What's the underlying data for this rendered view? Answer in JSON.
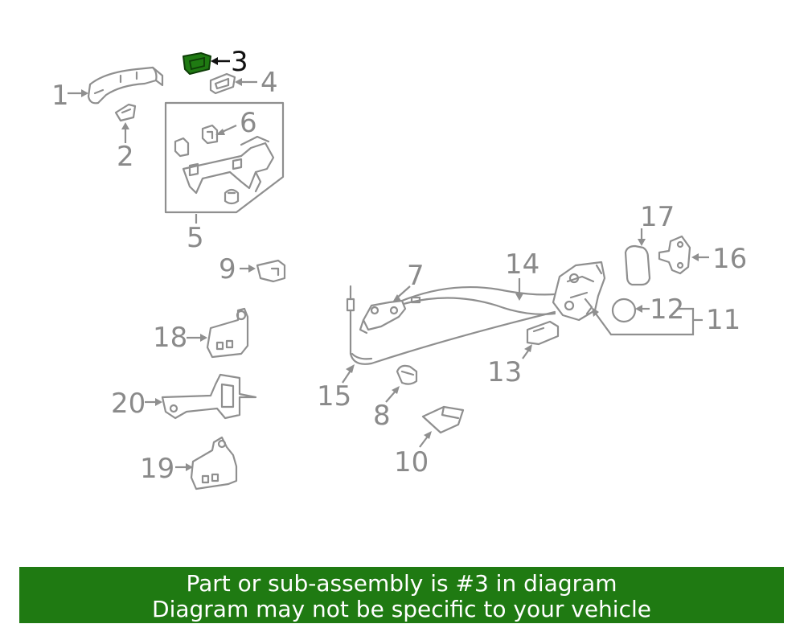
{
  "callouts": {
    "c1": "1",
    "c2": "2",
    "c3": "3",
    "c4": "4",
    "c5": "5",
    "c6": "6",
    "c7": "7",
    "c8": "8",
    "c9": "9",
    "c10": "10",
    "c11": "11",
    "c12": "12",
    "c13": "13",
    "c14": "14",
    "c15": "15",
    "c16": "16",
    "c17": "17",
    "c18": "18",
    "c19": "19",
    "c20": "20"
  },
  "highlighted_part": "3",
  "colors": {
    "highlight_fill": "#1f7a12",
    "label_gray": "#8a8a8a",
    "banner_bg": "#1f7a12",
    "banner_text": "#ffffff"
  },
  "banner": {
    "line1": "Part or sub-assembly is #3 in diagram",
    "line2": "Diagram may not be specific to your vehicle"
  }
}
